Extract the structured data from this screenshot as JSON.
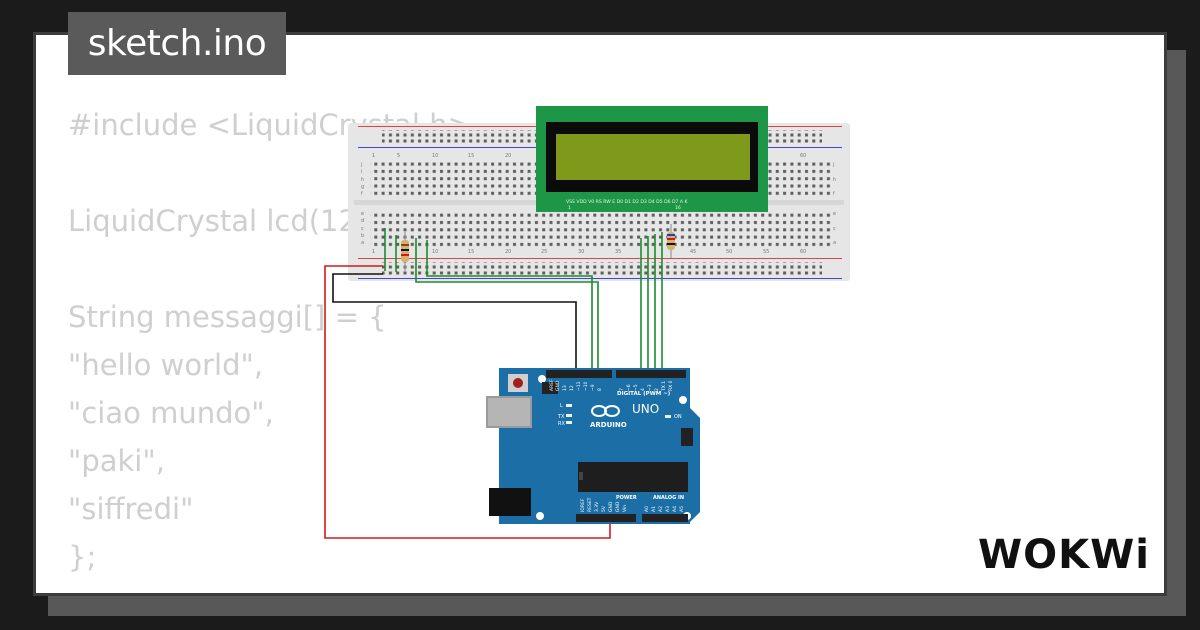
{
  "title": "sketch.ino",
  "code_lines": [
    "#include <LiquidCrystal.h>",
    "",
    "LiquidCrystal lcd(12",
    "",
    "String messaggi[] = {",
    "\"hello world\",",
    "\"ciao mundo\",",
    "\"paki\",",
    "\"siffredi\"",
    "};"
  ],
  "brand": "WOKWi",
  "arduino": {
    "model": "UNO",
    "maker": "ARDUINO",
    "digital_label": "DIGITAL (PWM ~)",
    "power_label": "POWER",
    "analog_label": "ANALOG IN",
    "on_label": "ON",
    "aref_label": "AREF",
    "gnd_label": "GND",
    "tx_label": "TX",
    "rx_label": "RX",
    "l_label": "L",
    "ioref_label": "IOREF",
    "reset_label": "RESET",
    "v33_label": "3.3V",
    "v5_label": "5V",
    "vin_label": "Vin",
    "analog_pins": [
      "A0",
      "A1",
      "A2",
      "A3",
      "A4",
      "A5"
    ],
    "digital_pins": [
      "13",
      "12",
      "~11",
      "~10",
      "~9",
      "8",
      "7",
      "~6",
      "~5",
      "4",
      "~3",
      "2",
      "TX 1",
      "RX 0"
    ]
  },
  "lcd": {
    "pin_labels": "VSS VDD V0 RS RW E D0 D1 D2 D3 D4 D5 D6 D7 A K",
    "pin_first": "1",
    "pin_last": "16"
  },
  "breadboard": {
    "column_labels": [
      "1",
      "5",
      "10",
      "15",
      "20",
      "25",
      "30",
      "35",
      "40",
      "45",
      "50",
      "55",
      "60"
    ],
    "row_labels_top": [
      "j",
      "i",
      "h",
      "g",
      "f"
    ],
    "row_labels_bottom": [
      "e",
      "d",
      "c",
      "b",
      "a"
    ]
  },
  "colors": {
    "background": "#1b1b1b",
    "card": "#ffffff",
    "tab": "#5a5a5a",
    "code_text": "#cfcfcf",
    "board_blue": "#1c6fa6",
    "lcd_pcb": "#1d9648",
    "lcd_screen": "#7f9a1a",
    "wire_green": "#1b8c2e",
    "wire_red": "#d11a1a",
    "wire_black": "#111111"
  }
}
